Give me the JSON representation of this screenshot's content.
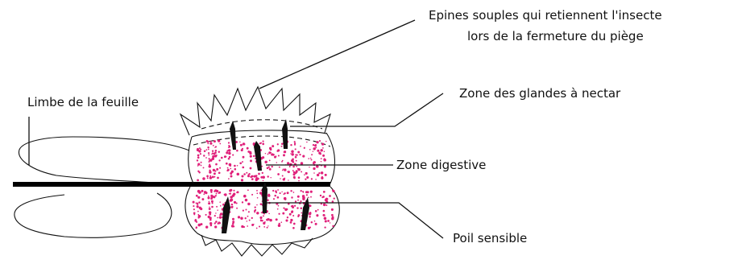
{
  "labels": {
    "spines_line1": "Epines souples qui retiennent l'insecte",
    "spines_line2": "lors de la fermeture du piège",
    "leaf_blade": "Limbe de la feuille",
    "nectar_zone": "Zone des glandes à nectar",
    "digestive_zone": "Zone digestive",
    "sensitive_hair": "Poil sensible"
  },
  "colors": {
    "ink": "#111111",
    "digestive_dots": "#e0207a"
  }
}
